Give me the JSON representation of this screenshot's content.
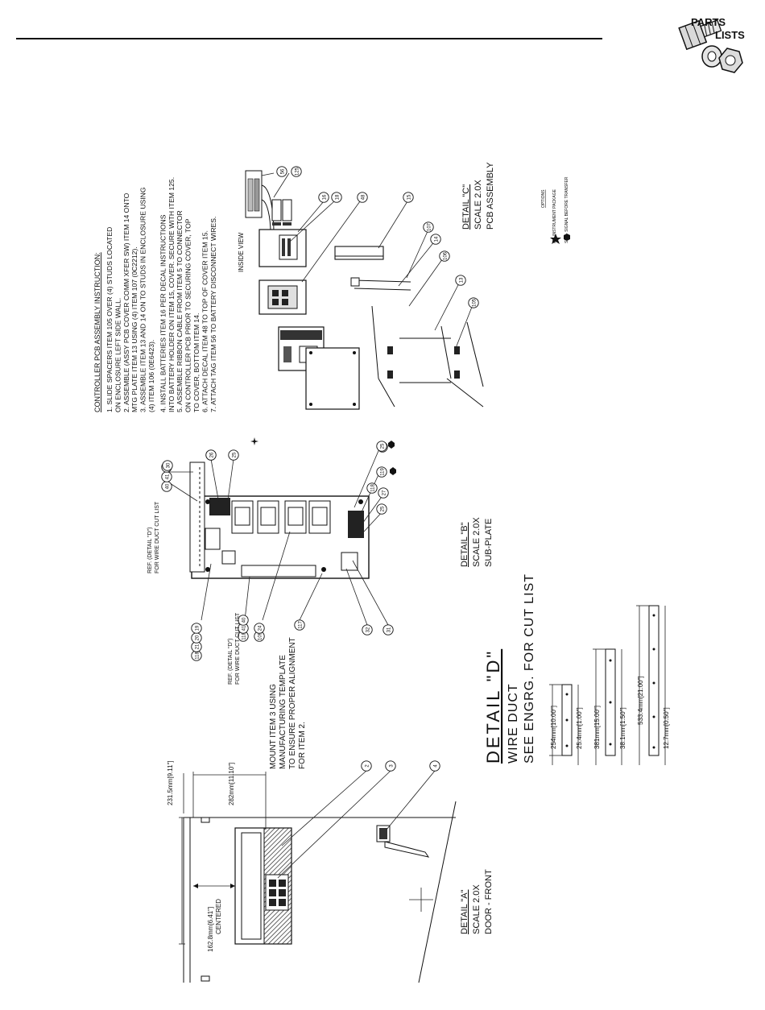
{
  "header": {
    "badge_line1": "PARTS",
    "badge_line2": "LISTS"
  },
  "instructions": {
    "title": "CONTROLLER PCB ASSEMBLY INSTRUCTION:",
    "lines": [
      "1. SLIDE SPACERS ITEM 105 OVER (4) STUDS LOCATED",
      "    ON ENCLOSURE LEFT SIDE WALL.",
      "2. ASSEMBLE (ASSY PCB COVER COMM XFER SW) ITEM 14 ONTO",
      "    MTG PLATE ITEM 13 USING (4) ITEM 107 (0C2212).",
      "3. ASSEMBLE ITEM 13 AND 14 ON TO STUDS IN ENCLOSURE USING",
      "    (4) ITEM 106 (0E6423).",
      "4. INSTALL BATTERIES ITEM 16 PER DECAL INSTRUCTIONS",
      "    INTO BATTERY HOLDER ON ITEM 15, COVER. SECURE WITH ITEM 125.",
      "5. ASSEMBLE RIBBON CABLE FROM ITEM 5 TO CONNECTOR",
      "    ON CONTROLLER PCB PRIOR TO SECURING COVER, TOP",
      "    TO COVER, BOTTOM ITEM 14.",
      "6. ATTACH DECAL ITEM 48 TO TOP OF COVER ITEM 15.",
      "7. ATTACH TAG ITEM 56 TO BATTERY DISCONNECT WIRES."
    ]
  },
  "detail_c": {
    "title": "DETAIL \"C\"",
    "scale": "SCALE 2.0X",
    "name": "PCB ASSEMBLY",
    "inside_view": "INSIDE VIEW",
    "callouts": [
      "56",
      "125",
      "16",
      "18",
      "48",
      "15",
      "107",
      "14",
      "106",
      "13",
      "105"
    ]
  },
  "options": {
    "title": "OPTIONS",
    "items": [
      "IP - INSTRUMENT PACKAGE",
      "SBT - SIGNAL BEFORE TRANSFER"
    ]
  },
  "detail_b": {
    "title": "DETAIL \"B\"",
    "scale": "SCALE 2.0X",
    "name": "SUB-PLATE",
    "ref_top_line1": "REF. (DETAIL \"D\")",
    "ref_top_line2": "FOR WIRE DUCT CUT LIST",
    "ref_bottom_line1": "REF. (DETAIL \"D\")",
    "ref_bottom_line2": "FOR WIRE DUCT CUT LIST",
    "callouts_top": [
      "40",
      "41",
      "118",
      "30",
      "26",
      "25",
      "119"
    ],
    "callouts_right": [
      "25",
      "119",
      "27",
      "25",
      "118",
      "26"
    ],
    "callouts_bottom": [
      "118",
      "21",
      "20",
      "19",
      "118",
      "41",
      "40",
      "109",
      "24",
      "117",
      "32",
      "31"
    ]
  },
  "detail_a": {
    "title": "DETAIL \"A\"",
    "scale": "SCALE 2.0X",
    "name": "DOOR - FRONT",
    "dim_width": "231.5mm[9.11\"]",
    "dim_offset": "282mm[11.10\"]",
    "dim_height_line1": "162.8mm[6.41\"]",
    "dim_height_line2": "CENTERED",
    "note_line1": "MOUNT ITEM 3 USING",
    "note_line2": "MANUFACTURING TEMPLATE",
    "note_line3": "TO ENSURE PROPER ALIGNMENT",
    "note_line4": "FOR ITEM 2.",
    "callouts": [
      "2",
      "3",
      "4"
    ]
  },
  "detail_d": {
    "title": "DETAIL \"D\"",
    "sub1": "WIRE DUCT",
    "sub2": "SEE ENGRG. FOR CUT LIST",
    "dims": [
      "254mm[10.00\"]",
      "25.4mm[1.00\"]",
      "381mm[15.00\"]",
      "38.1mm[1.50\"]",
      "533.4mm[21.00\"]",
      "12.7mm[0.50\"]"
    ]
  }
}
